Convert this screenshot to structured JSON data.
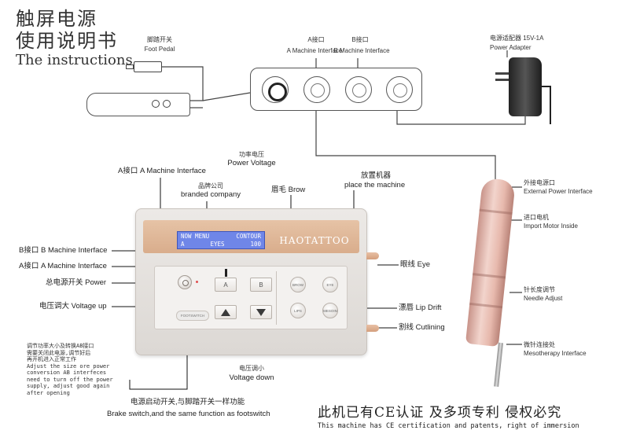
{
  "title": {
    "zh_line1": "触屏电源",
    "zh_line2": "使用说明书",
    "en": "The instructions"
  },
  "top_labels": {
    "foot_pedal_zh": "脚踏开关",
    "foot_pedal_en": "Foot Pedal",
    "a_interface_zh": "A接口",
    "a_interface_en": "A Machine Interface",
    "b_interface_zh": "B接口",
    "b_interface_en": "B Machine Interface",
    "power_adapter_zh": "电源适配器 15V-1A",
    "power_adapter_en": "Power Adapter"
  },
  "panel_labels": {
    "power_voltage_zh": "功率电压",
    "power_voltage_en": "Power Voltage",
    "a_interface_top": "A接口 A Machine Interface",
    "branded_zh": "品牌公司",
    "branded_en": "branded company",
    "brow": "眉毛 Brow",
    "place_zh": "放置机器",
    "place_en": "place the machine",
    "b_interface_left": "B接口 B Machine Interface",
    "a_interface_left": "A接口 A Machine Interface",
    "power": "总电源开关 Power",
    "voltage_up": "电压调大 Voltage up",
    "voltage_down_zh": "电压调小",
    "voltage_down_en": "Voltage down",
    "eye": "眼线 Eye",
    "lip": "漂唇 Lip Drift",
    "cutline": "割线 Cutlining",
    "brake_zh": "电源启动开关,与脚踏开关一样功能",
    "brake_en": "Brake switch,and the same function as footswitch"
  },
  "lcd": {
    "row1_left": "NOW MENU",
    "row1_right": "CONTOUR",
    "row2_left": "A",
    "row2_mid": "EYES",
    "row2_right": "100"
  },
  "brand": "HAOTATTOO",
  "buttons": {
    "a": "A",
    "b": "B",
    "brow": "BROW",
    "eye": "EYE",
    "lips": "LIPS",
    "cutline": "MESOIN",
    "footswitch": "FOOTSWITCH"
  },
  "pen_labels": {
    "ext_zh": "外接电源口",
    "ext_en": "External Power Interface",
    "motor_zh": "进口电机",
    "motor_en": "Import Motor Inside",
    "needle_zh": "针长度调节",
    "needle_en": "Needle Adjust",
    "meso_zh": "微针连接处",
    "meso_en": "Mesotherapy Interface"
  },
  "notes": [
    "调节功率大小及转换AB接口",
    "需要关闭此电源,调节好后",
    "再开机进入正常工作",
    "Adjust the size ore power",
    "conversion AB interfeces",
    "need to turn off the power",
    "supply, adjust good again",
    "after opening"
  ],
  "footer": {
    "ce_zh": "此机已有CE认证 及多项专利 侵权必究",
    "ce_en": "This machine has CE certification and patents, right of immersion"
  }
}
